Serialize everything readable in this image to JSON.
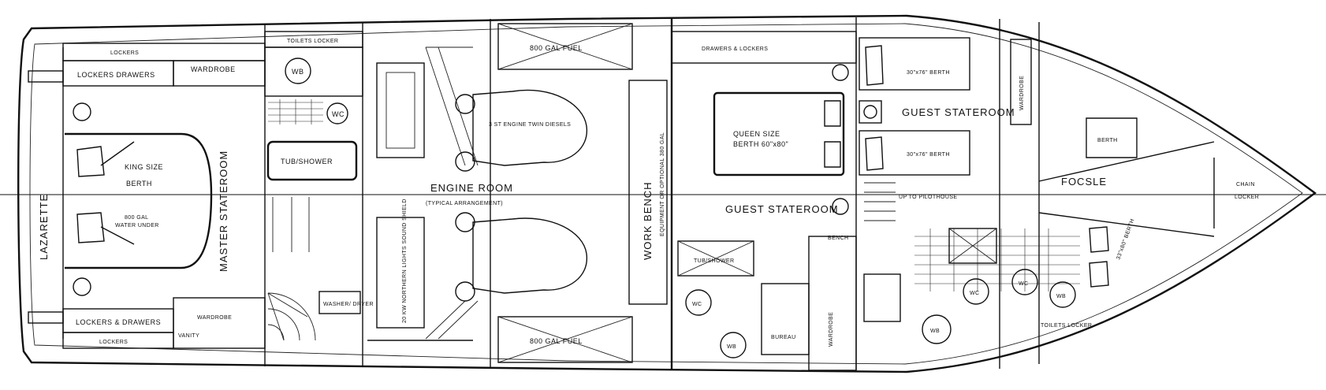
{
  "labels": {
    "lazarette": "LAZARETTE",
    "lockers_top": "LOCKERS",
    "lockers_drawers_top": "LOCKERS DRAWERS",
    "wardrobe_master_top": "WARDROBE",
    "king_berth_1": "KING SIZE",
    "king_berth_2": "BERTH",
    "king_berth_3": "800 GAL",
    "king_berth_4": "WATER UNDER",
    "master_stateroom": "MASTER STATEROOM",
    "lockers_drawers_bottom": "LOCKERS & DRAWERS",
    "lockers_bottom": "LOCKERS",
    "wardrobe_master_bottom": "WARDROBE",
    "vanity_top": "VANITY",
    "toilets_locker": "TOILETS LOCKER",
    "wb": "WB",
    "wc": "WC",
    "tub_shower": "TUB/SHOWER",
    "washer_dryer": "WASHER/ DRYER",
    "fuel_top": "800 GAL FUEL",
    "fuel_bottom": "800 GAL FUEL",
    "engine_top": "3 ST ENGINE TWIN DIESELS",
    "engine_room": "ENGINE ROOM",
    "typical_arrangement": "(TYPICAL ARRANGEMENT)",
    "generator": "20 KW NORTHERN LIGHTS SOUND SHIELD",
    "work_bench": "WORK BENCH",
    "optional_equipment": "EQUIPMENT OR OPTIONAL 380 GAL",
    "drawers_lockers": "DRAWERS & LOCKERS",
    "queen_berth_1": "QUEEN SIZE",
    "queen_berth_2": "BERTH 60\"x80\"",
    "guest_stateroom_port": "GUEST STATEROOM",
    "guest_stateroom_stbd": "GUEST STATEROOM",
    "berth_upper": "30\"x76\" BERTH",
    "berth_lower": "30\"x76\" BERTH",
    "wardrobe_guest": "WARDROBE",
    "wardrobe_forward": "WARDROBE",
    "foc_sle": "FOCSLE",
    "berth_v1": "BERTH",
    "berth_v2": "33\"x80\" BERTH",
    "chain_locker_1": "CHAIN",
    "chain_locker_2": "LOCKER",
    "bureau": "BUREAU",
    "toilets_locker_fwd": "TOILETS LOCKER",
    "up_to_pilothouse": "UP TO PILOTHOUSE",
    "bench": "BENCH"
  }
}
